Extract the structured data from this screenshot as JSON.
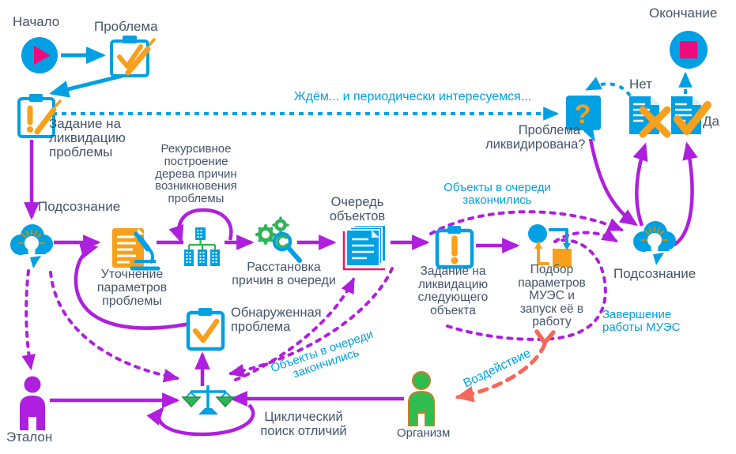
{
  "colors": {
    "cyan": "#00A0E3",
    "purple": "#AE1FDE",
    "orange": "#F7A01B",
    "magenta": "#EC0E7E",
    "green": "#2FB457",
    "red": "#F4695C",
    "crimson": "#E8175D",
    "ray_yellow": "#C79100",
    "text": "#44546A"
  },
  "nodes": {
    "start": {
      "label": "Начало",
      "icon": "play-circle-icon"
    },
    "problem": {
      "label": "Проблема",
      "icon": "clipboard-pencil-check-icon"
    },
    "task": {
      "label": "Задание на\nликвидацию\nпроблемы",
      "icon": "clipboard-pencil-exclamation-icon"
    },
    "subconscious_left": {
      "label": "Подсознание",
      "icon": "cloud-lightbulb-icon"
    },
    "recursive": {
      "label": "Рекурсивное\nпостроение\nдерева причин\nвозникновения\nпроблемы",
      "icon": "hierarchy-tree-icon"
    },
    "refine": {
      "label": "Уточнение\nпараметров\nпроблемы",
      "icon": "document-microscope-icon"
    },
    "arrange": {
      "label": "Расстановка\nпричин в очереди",
      "icon": "gears-magnifier-icon"
    },
    "queue": {
      "label": "Очередь\nобъектов",
      "icon": "documents-stack-icon"
    },
    "next_task": {
      "label": "Задание на\nликвидацию\nследующего\nобъекта",
      "icon": "clipboard-exclamation-icon"
    },
    "select_params": {
      "label": "Подбор\nпараметров\nМУЭС и\nзапуск её в\nработу",
      "icon": "swap-circle-square-icon"
    },
    "subconscious_right": {
      "label": "Подсознание",
      "icon": "cloud-lightbulb-icon"
    },
    "question": {
      "label": "Проблема\nликвидирована?",
      "glyph": "?",
      "icon": "question-bubble-icon"
    },
    "no_doc": {
      "label": "Нет",
      "icon": "document-cross-icon"
    },
    "yes_doc": {
      "label": "Да",
      "icon": "document-check-icon"
    },
    "end": {
      "label": "Окончание",
      "icon": "stop-circle-icon"
    },
    "found_problem": {
      "label": "Обнаруженная\nпроблема",
      "icon": "clipboard-check-icon"
    },
    "etalon": {
      "label": "Эталон",
      "icon": "person-icon"
    },
    "cyclic_search": {
      "label": "Циклический\nпоиск отличий",
      "icon": "scales-icon"
    },
    "organism": {
      "label": "Организм",
      "icon": "person-icon"
    }
  },
  "annotations": {
    "wait": "Ждём... и периодически интересуемся...",
    "queue_empty_top": "Объекты в очереди\nзакончились",
    "queue_empty_bottom": "Объекты в очереди\nзакончились",
    "mues_finished": "Завершение\nработы МУЭС",
    "impact": "Воздействие"
  }
}
